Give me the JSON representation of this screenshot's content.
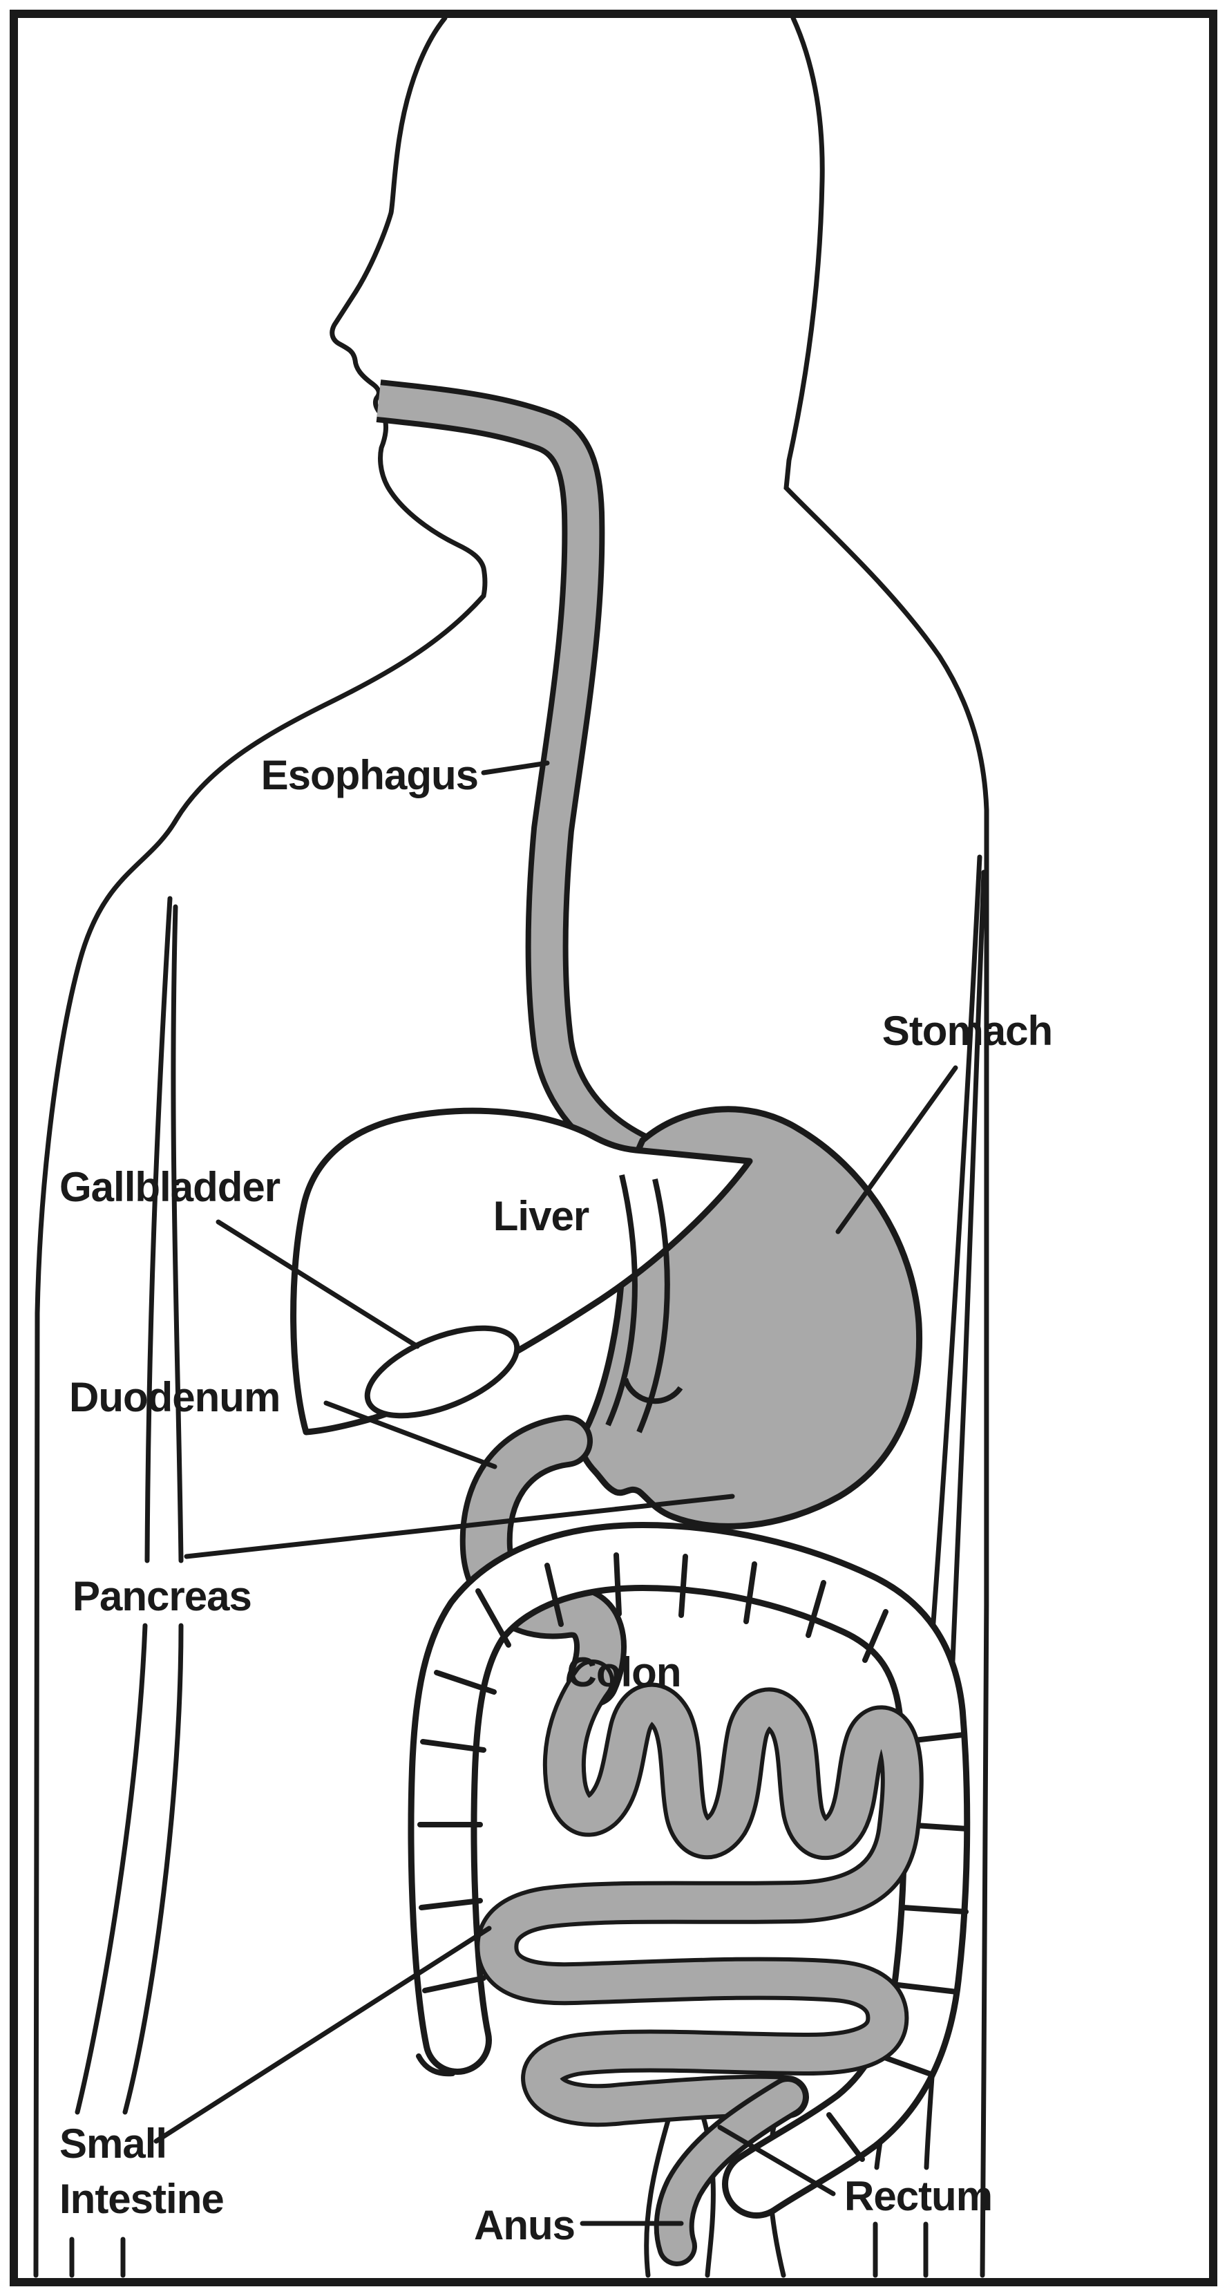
{
  "figure": {
    "title": "Human digestive system diagram",
    "type": "anatomical-line-diagram",
    "colors": {
      "tract_gray": "#a9a9a9",
      "outline_black": "#1a1a1a",
      "background": "#ffffff"
    },
    "labels": {
      "esophagus": {
        "text": "Esophagus"
      },
      "stomach": {
        "text": "Stomach"
      },
      "gallbladder": {
        "text": "Gallbladder"
      },
      "liver": {
        "text": "Liver"
      },
      "duodenum": {
        "text": "Duodenum"
      },
      "pancreas": {
        "text": "Pancreas"
      },
      "colon": {
        "text": "Colon"
      },
      "small_intestine_line1": {
        "text": "Small"
      },
      "small_intestine_line2": {
        "text": "Intestine"
      },
      "anus": {
        "text": "Anus"
      },
      "rectum": {
        "text": "Rectum"
      }
    },
    "structures": [
      "esophagus",
      "stomach",
      "liver",
      "gallbladder",
      "duodenum",
      "pancreas",
      "colon",
      "small-intestine",
      "rectum",
      "anus"
    ]
  }
}
